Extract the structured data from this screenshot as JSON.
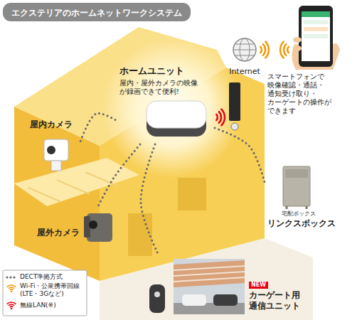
{
  "diagram": {
    "title": "エクステリアのホームネットワークシステム",
    "nodes": [
      {
        "text": [
          "ホームユニット",
          "屋内・屋外カメラの映像が録画できて便利!"
        ]
      },
      {
        "text": [
          "Internet"
        ]
      },
      {
        "text": [
          "スマートフォンで 映像確認・通話・ 通知受け取り・ カーゲートの操作が できます"
        ]
      },
      {
        "text": [
          "屋内カメラ"
        ]
      },
      {
        "text": [
          "屋外カメラ"
        ]
      },
      {
        "text": [
          "宅配ボックス",
          "リンクスボックス"
        ]
      },
      {
        "text": [
          "NEW",
          "カーゲート用 通信ユニット"
        ]
      }
    ],
    "edges": [
      {
        "from": 0,
        "to": 3,
        "arrow": "none"
      },
      {
        "from": 0,
        "to": 4,
        "arrow": "none"
      },
      {
        "from": 0,
        "to": 5,
        "arrow": "none"
      },
      {
        "from": 0,
        "to": 6,
        "arrow": "none"
      }
    ],
    "legend": [
      {
        "text": "DECT準拠方式"
      },
      {
        "text": "Wi-Fi・公衆携帯回線 (LTE・3Gなど)"
      },
      {
        "text": "無線LAN(※)"
      }
    ]
  }
}
